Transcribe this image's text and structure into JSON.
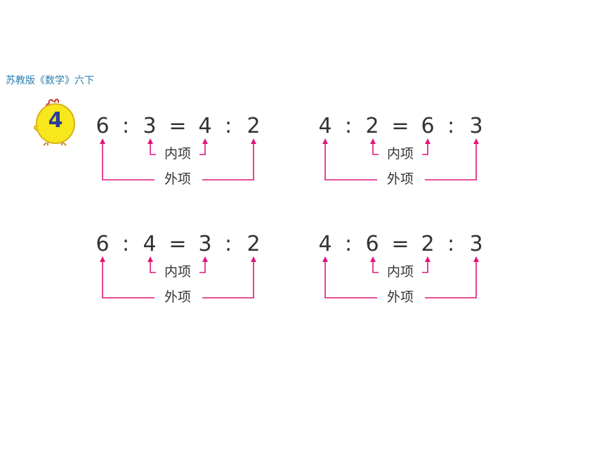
{
  "header": {
    "text": "苏教版《数学》六下"
  },
  "badge": {
    "number": "4",
    "colors": {
      "body": "#f7e71c",
      "outline": "#d9b21a",
      "number": "#2b3f9a"
    }
  },
  "labels": {
    "inner": "内项",
    "outer": "外项"
  },
  "equations": [
    {
      "a": "6",
      "b": "3",
      "c": "4",
      "d": "2",
      "colon": ":",
      "equals": "="
    },
    {
      "a": "4",
      "b": "2",
      "c": "6",
      "d": "3",
      "colon": ":",
      "equals": "="
    },
    {
      "a": "6",
      "b": "4",
      "c": "3",
      "d": "2",
      "colon": ":",
      "equals": "="
    },
    {
      "a": "4",
      "b": "6",
      "c": "2",
      "d": "3",
      "colon": ":",
      "equals": "="
    }
  ],
  "colors": {
    "arrow": "#e0157c",
    "text": "#333333",
    "header": "#2a7fb0"
  }
}
